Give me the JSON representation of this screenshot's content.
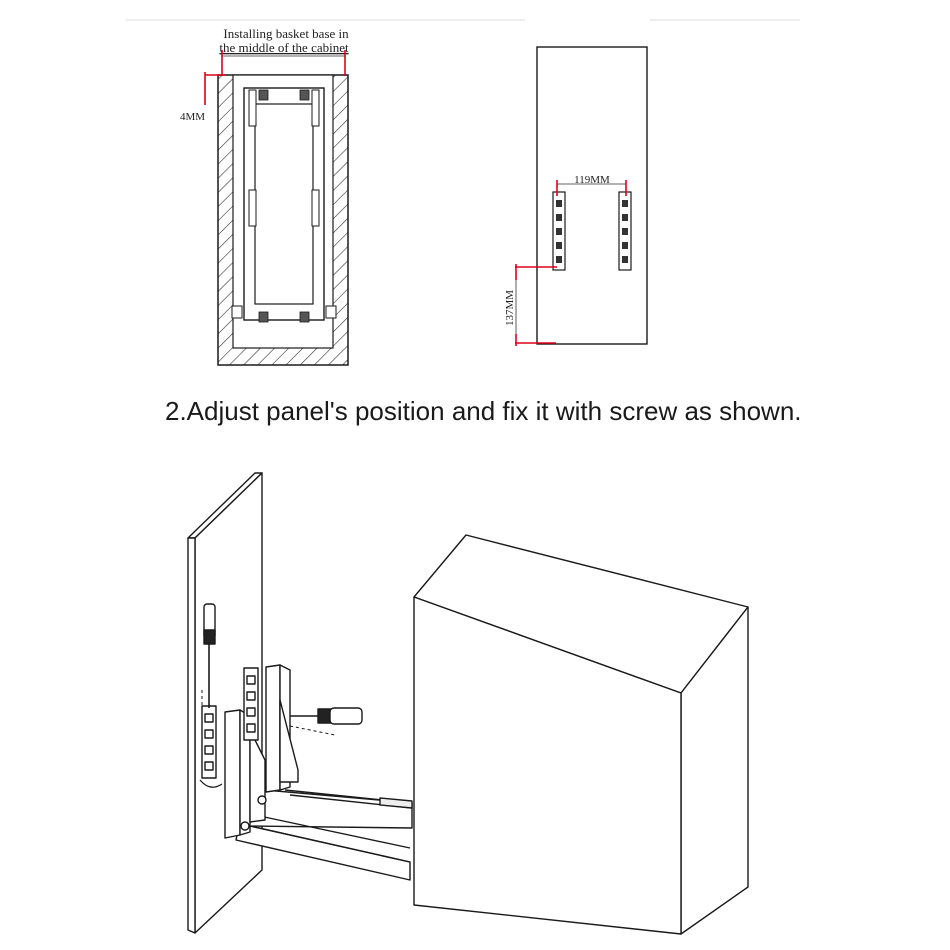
{
  "top_left_diagram": {
    "title_line_1": "Installing basket base in",
    "title_line_2": "the middle of the cabinet",
    "depth_label": "4MM"
  },
  "top_right_diagram": {
    "width_label": "119MM",
    "height_label": "137MM"
  },
  "instruction": {
    "text": "2.Adjust panel's position and fix it with screw as shown."
  },
  "colors": {
    "dimension_marker": "#e0001a",
    "line": "#1a1a1a"
  }
}
